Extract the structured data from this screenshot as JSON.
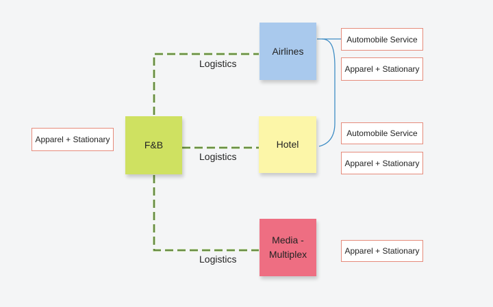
{
  "diagram": {
    "colors": {
      "background": "#f4f5f6",
      "fnb": "#cfe161",
      "airlines": "#a9c9ed",
      "hotel": "#fcf6a8",
      "media": "#ee6e82",
      "tag_border": "#e58a7a",
      "dashed_connector": "#8cc153",
      "solid_connector": "#3d8cc4"
    },
    "nodes": {
      "fnb": "F&B",
      "airlines": "Airlines",
      "hotel": "Hotel",
      "media_line1": "Media -",
      "media_line2": "Multiplex"
    },
    "edge_labels": {
      "airlines": "Logistics",
      "hotel": "Logistics",
      "media": "Logistics"
    },
    "tags": {
      "fnb_left": "Apparel + Stationary",
      "airlines_automobile": "Automobile Service",
      "airlines_apparel": "Apparel + Stationary",
      "hotel_automobile": "Automobile Service",
      "hotel_apparel": "Apparel + Stationary",
      "media_apparel": "Apparel + Stationary"
    }
  }
}
